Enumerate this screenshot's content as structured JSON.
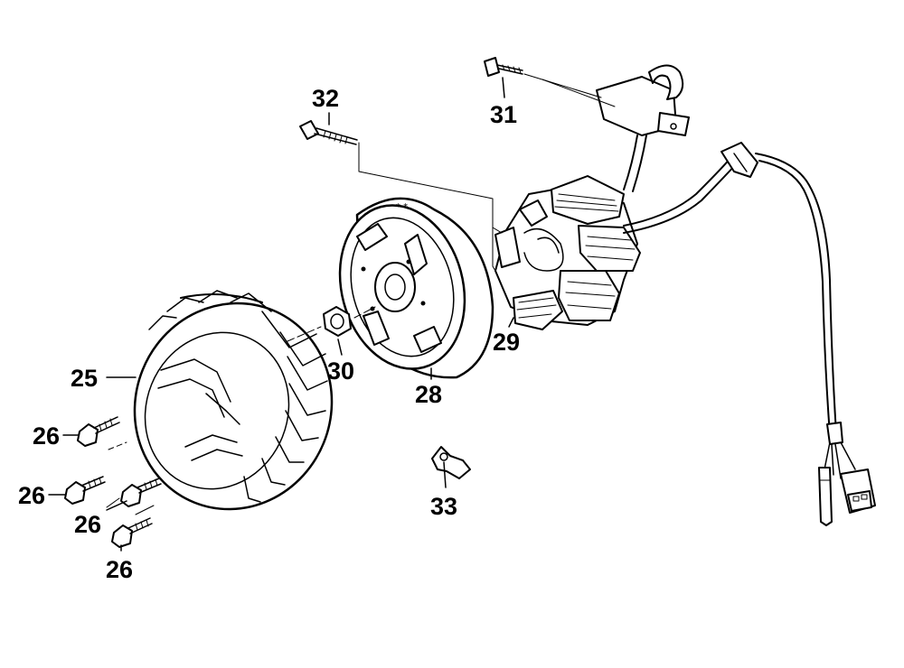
{
  "diagram": {
    "type": "exploded-parts-view",
    "colors": {
      "ink": "#000000",
      "paper": "#ffffff"
    },
    "callouts": [
      {
        "id": "c25",
        "label": "25"
      },
      {
        "id": "c26a",
        "label": "26"
      },
      {
        "id": "c26b",
        "label": "26"
      },
      {
        "id": "c26c",
        "label": "26"
      },
      {
        "id": "c26d",
        "label": "26"
      },
      {
        "id": "c28",
        "label": "28"
      },
      {
        "id": "c29",
        "label": "29"
      },
      {
        "id": "c30",
        "label": "30"
      },
      {
        "id": "c31",
        "label": "31"
      },
      {
        "id": "c32",
        "label": "32"
      },
      {
        "id": "c33",
        "label": "33"
      }
    ]
  }
}
